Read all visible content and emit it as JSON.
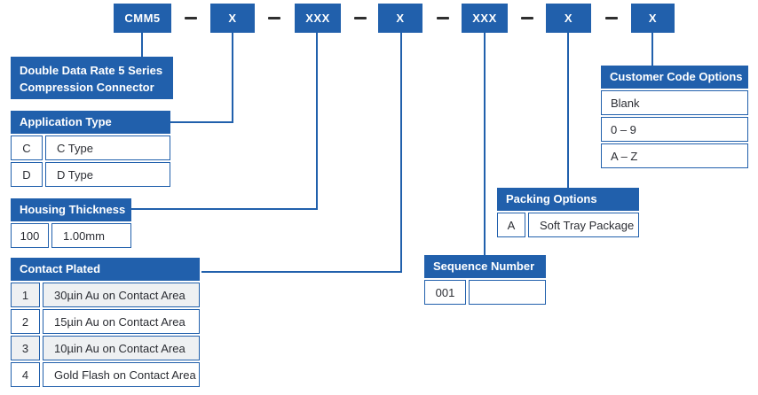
{
  "part_number": {
    "segments": [
      {
        "label": "CMM5"
      },
      {
        "label": "X"
      },
      {
        "label": "XXX"
      },
      {
        "label": "X"
      },
      {
        "label": "XXX"
      },
      {
        "label": "X"
      },
      {
        "label": "X"
      }
    ]
  },
  "tables": {
    "series_info": {
      "line1": "Double Data Rate 5 Series",
      "line2": "Compression Connector"
    },
    "application_type": {
      "title": "Application Type",
      "rows": [
        {
          "code": "C",
          "desc": "C Type"
        },
        {
          "code": "D",
          "desc": "D Type"
        }
      ]
    },
    "housing_thickness": {
      "title": "Housing Thickness",
      "rows": [
        {
          "code": "100",
          "desc": "1.00mm"
        }
      ]
    },
    "contact_plated": {
      "title": "Contact Plated",
      "rows": [
        {
          "code": "1",
          "desc": "30µin Au on Contact Area"
        },
        {
          "code": "2",
          "desc": "15µin Au on Contact Area"
        },
        {
          "code": "3",
          "desc": "10µin Au on Contact Area"
        },
        {
          "code": "4",
          "desc": "Gold Flash on Contact Area"
        }
      ]
    },
    "sequence_number": {
      "title": "Sequence Number",
      "rows": [
        {
          "code": "001",
          "desc": ""
        }
      ]
    },
    "packing_options": {
      "title": "Packing Options",
      "rows": [
        {
          "code": "A",
          "desc": "Soft Tray Package"
        }
      ]
    },
    "customer_code_options": {
      "title": "Customer Code Options",
      "rows": [
        {
          "label": "Blank"
        },
        {
          "label": "0 – 9"
        },
        {
          "label": "A – Z"
        }
      ]
    }
  },
  "colors": {
    "primary_blue": "#2160ac",
    "row_alt_gray": "#eef0f2",
    "text_dark": "#2b2d33",
    "dash_gray": "#2f2f2f"
  }
}
